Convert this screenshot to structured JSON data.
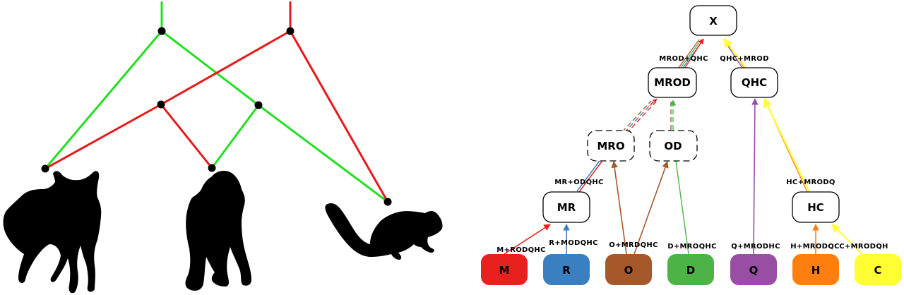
{
  "left_panel": {
    "description": "Reticulate phylogeny with two gene trees over animal silhouettes",
    "tree_colors": {
      "green": "#22e022",
      "red": "#e81818",
      "node": "#000000"
    },
    "taxa": [
      {
        "id": "fox",
        "icon": "fox-silhouette-icon"
      },
      {
        "id": "gorilla",
        "icon": "gorilla-silhouette-icon"
      },
      {
        "id": "squirrel",
        "icon": "squirrel-silhouette-icon"
      }
    ]
  },
  "right_panel": {
    "nodes": {
      "X": {
        "label": "X",
        "style": "solid"
      },
      "MROD": {
        "label": "MROD",
        "style": "solid"
      },
      "QHC": {
        "label": "QHC",
        "style": "solid"
      },
      "MRO": {
        "label": "MRO",
        "style": "dashed"
      },
      "OD": {
        "label": "OD",
        "style": "dashed"
      },
      "MR": {
        "label": "MR",
        "style": "solid"
      },
      "HC": {
        "label": "HC",
        "style": "solid"
      }
    },
    "leaves": [
      {
        "id": "M",
        "label": "M",
        "color": "#e8211f",
        "edge_label": "M+RODQHC"
      },
      {
        "id": "R",
        "label": "R",
        "color": "#3a7fc0",
        "edge_label": "R+MODQHC"
      },
      {
        "id": "O",
        "label": "O",
        "color": "#a5592b",
        "edge_label": "O+MRDQHC"
      },
      {
        "id": "D",
        "label": "D",
        "color": "#4db346",
        "edge_label": "D+MROQHC"
      },
      {
        "id": "Q",
        "label": "Q",
        "color": "#984ea3",
        "edge_label": "Q+MRODHC"
      },
      {
        "id": "H",
        "label": "H",
        "color": "#ff7f0e",
        "edge_label": "H+MRODQC"
      },
      {
        "id": "C",
        "label": "C",
        "color": "#ffff33",
        "edge_label": "C+MRODQH"
      }
    ],
    "edge_labels": {
      "MR_to_MRO": "MR+ODQHC",
      "HC_to_QHC": "HC+MRODQ",
      "MROD_to_X": "MROD+QHC",
      "QHC_to_X": "QHC+MROD"
    }
  }
}
